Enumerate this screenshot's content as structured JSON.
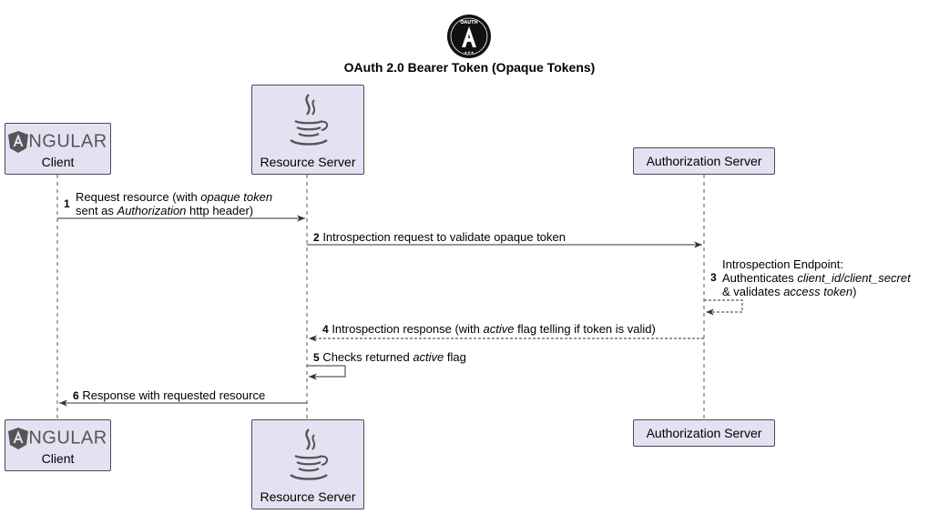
{
  "title": "OAuth 2.0 Bearer Token (Opaque Tokens)",
  "participants": {
    "client": {
      "name": "Client",
      "logo_text": "NGULAR",
      "logo_letter": "A"
    },
    "resource": {
      "name": "Resource Server",
      "icon": "java-icon"
    },
    "auth": {
      "name": "Authorization Server"
    }
  },
  "messages": [
    {
      "num": "1",
      "line1_a": "Request resource (with ",
      "line1_em": "opaque token",
      "line2_a": "sent as ",
      "line2_em": "Authorization",
      "line2_b": " http header)"
    },
    {
      "num": "2",
      "text": "Introspection request to validate opaque token"
    },
    {
      "num": "3",
      "line1": "Introspection Endpoint:",
      "line2_a": "Authenticates ",
      "line2_em": "client_id/client_secret",
      "line3_a": "& validates ",
      "line3_em": "access token",
      "line3_b": ")"
    },
    {
      "num": "4",
      "a": "Introspection response (with ",
      "em": "active",
      "b": " flag telling if token is valid)"
    },
    {
      "num": "5",
      "a": "Checks returned ",
      "em": "active",
      "b": " flag"
    },
    {
      "num": "6",
      "text": "Response with requested resource"
    }
  ]
}
